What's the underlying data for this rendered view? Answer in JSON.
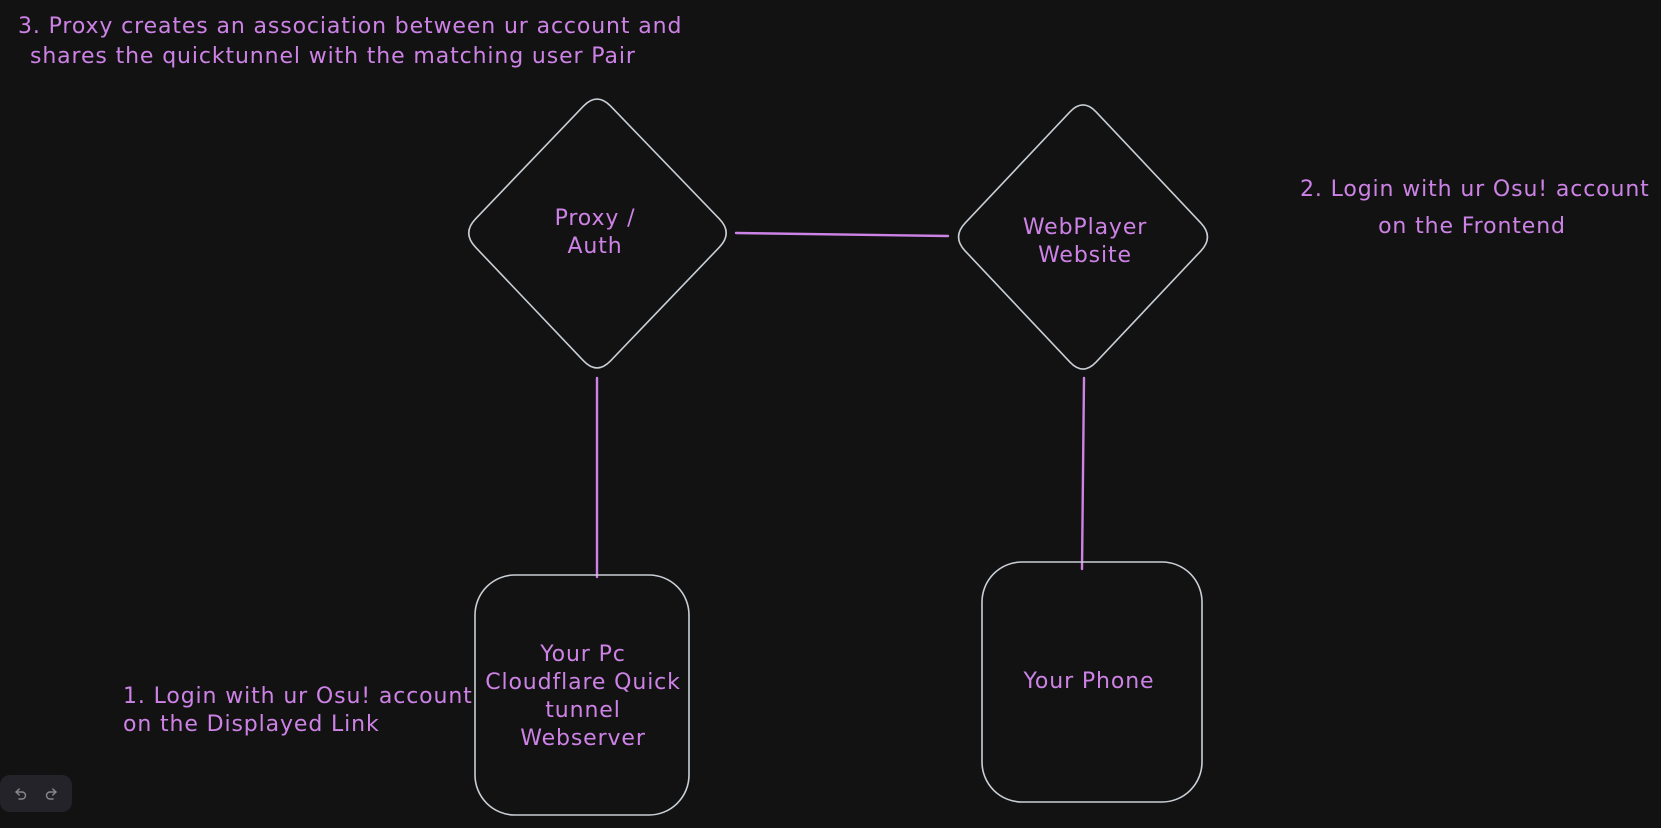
{
  "app": {
    "kind": "whiteboard-diagram",
    "theme": "dark"
  },
  "colors": {
    "canvas_background": "#121212",
    "shape_stroke": "#c9cfd5",
    "accent_purple": "#cd82e6",
    "island_background": "#232329",
    "island_icon": "#88888f"
  },
  "nodes": {
    "proxy": {
      "shape": "diamond",
      "line1": "Proxy /",
      "line2": "Auth"
    },
    "webplayer": {
      "shape": "diamond",
      "line1": "WebPlayer",
      "line2": "Website"
    },
    "pc": {
      "shape": "rounded-rectangle",
      "line1": "Your Pc",
      "line2": "Cloudflare Quick",
      "line3": "tunnel",
      "line4": "Webserver"
    },
    "phone": {
      "shape": "rounded-rectangle",
      "line1": "Your Phone"
    }
  },
  "edges": [
    {
      "from": "proxy",
      "to": "webplayer"
    },
    {
      "from": "proxy",
      "to": "pc"
    },
    {
      "from": "webplayer",
      "to": "phone"
    }
  ],
  "annotations": {
    "note3": {
      "line1": "3. Proxy creates an association between ur account and",
      "line2": "shares the quicktunnel with the matching user Pair"
    },
    "note2": {
      "line1": "2. Login with ur Osu! account",
      "line2": "on the Frontend"
    },
    "note1": {
      "line1": "1. Login with ur Osu! account",
      "line2": "on the Displayed Link"
    }
  },
  "toolbar": {
    "undo_icon": "undo-arrow",
    "redo_icon": "redo-arrow"
  }
}
